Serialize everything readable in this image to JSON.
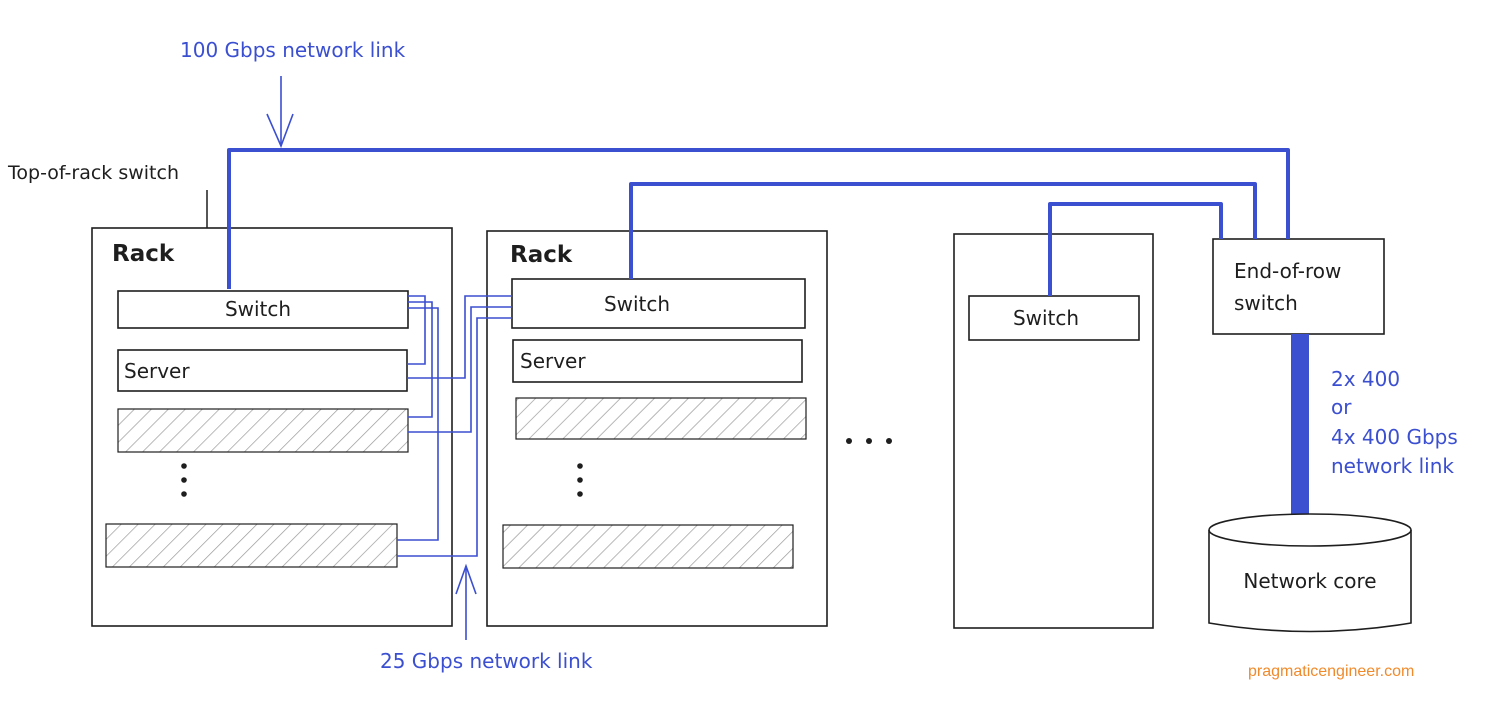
{
  "labels": {
    "link_100": "100 Gbps network link",
    "tor_switch": "Top-of-rack switch",
    "link_25": "25 Gbps network link",
    "core_link_line1": "2x 400",
    "core_link_line2": "or",
    "core_link_line3": "4x 400 Gbps",
    "core_link_line4": "network link",
    "ellipsis": "• • •"
  },
  "rack1": {
    "title": "Rack",
    "switch": "Switch",
    "server": "Server"
  },
  "rack2": {
    "title": "Rack",
    "switch": "Switch",
    "server": "Server"
  },
  "rack3": {
    "switch": "Switch"
  },
  "eor_switch": {
    "line1": "End-of-row",
    "line2": "switch"
  },
  "network_core": "Network core",
  "credit": "pragmaticengineer.com",
  "colors": {
    "link": "#3b4fd1",
    "credit": "#f08a2b",
    "ink": "#1e1e1e"
  }
}
